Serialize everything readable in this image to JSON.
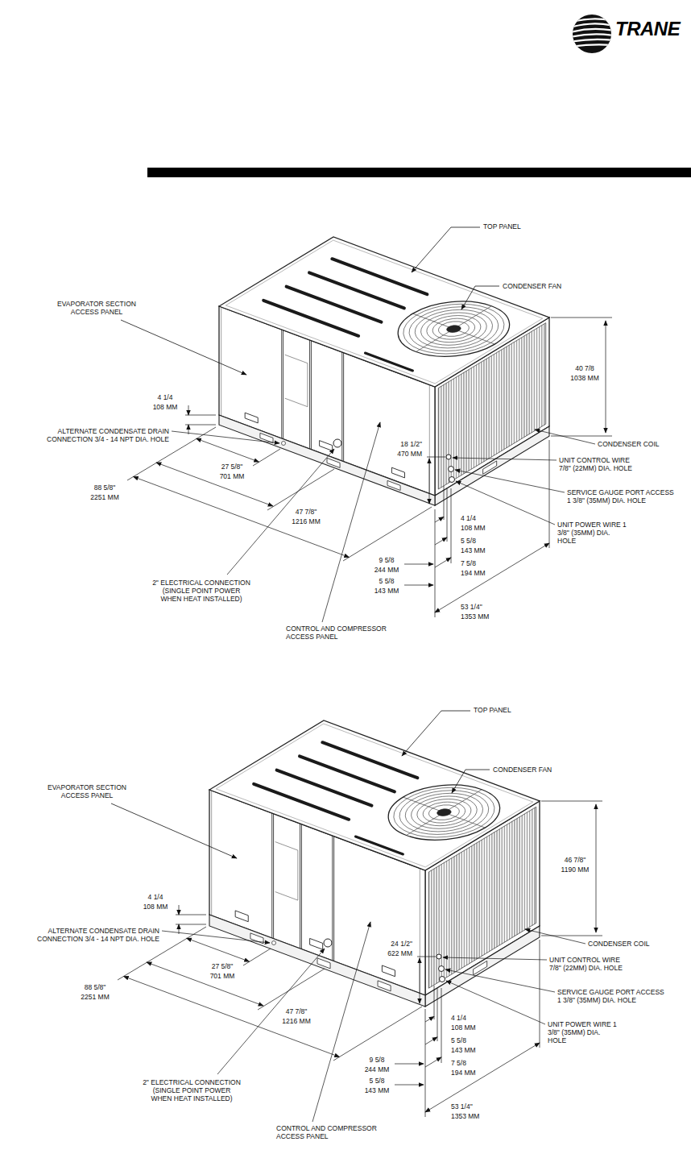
{
  "diagram": {
    "labels": [
      "TRANE",
      "TOP PANEL",
      "CONDENSER FAN",
      "EVAPORATOR SECTION ACCESS PANEL",
      "40 7/8",
      "1038 MM",
      "4 1/4",
      "108 MM",
      "ALTERNATE CONDENSATE DRAIN CONNECTION 3/4 - 14 NPT DIA. HOLE",
      "18 1/2\"",
      "470 MM",
      "CONDENSER COIL",
      "27 5/8\"",
      "701 MM",
      "UNIT CONTROL WIRE 7/8\" (22MM) DIA. HOLE",
      "47 7/8\"",
      "1216 MM",
      "9 5/8",
      "244 MM",
      "SERVICE GAUGE PORT ACCESS 1 3/8\" (35MM) DIA. HOLE",
      "88 5/8\"",
      "2251 MM",
      "5 5/8",
      "143 MM",
      "4 1/4",
      "108 MM",
      "UNIT POWER WIRE 1 3/8\" (35MM) DIA. HOLE",
      "5 5/8",
      "143 MM",
      "7 5/8",
      "194 MM",
      "53 1/4\"",
      "1353 MM",
      "2\" ELECTRICAL CONNECTION (SINGLE POINT POWER WHEN HEAT INSTALLED)",
      "CONTROL AND COMPRESSOR ACCESS PANEL",
      "TOP PANEL",
      "CONDENSER FAN",
      "EVAPORATOR SECTION ACCESS PANEL",
      "46 7/8\"",
      "1190 MM",
      "4 1/4",
      "108 MM",
      "ALTERNATE CONDENSATE DRAIN CONNECTION 3/4 - 14 NPT DIA. HOLE",
      "24 1/2\"",
      "622 MM",
      "CONDENSER COIL",
      "27 5/8\"",
      "701 MM",
      "UNIT CONTROL WIRE 7/8\" (22MM) DIA. HOLE",
      "47 7/8\"",
      "1216 MM",
      "9 5/8",
      "244 MM",
      "SERVICE GAUGE PORT ACCESS 1 3/8\" (35MM) DIA. HOLE",
      "88 5/8\"",
      "2251 MM",
      "5 5/8",
      "143 MM",
      "4 1/4",
      "108 MM",
      "UNIT POWER WIRE 1 3/8\" (35MM) DIA. HOLE",
      "5 5/8",
      "143 MM",
      "7 5/8",
      "194 MM",
      "53 1/4\"",
      "1353 MM",
      "2\" ELECTRICAL CONNECTION (SINGLE POINT POWER WHEN HEAT INSTALLED)",
      "CONTROL AND COMPRESSOR ACCESS PANEL"
    ]
  }
}
